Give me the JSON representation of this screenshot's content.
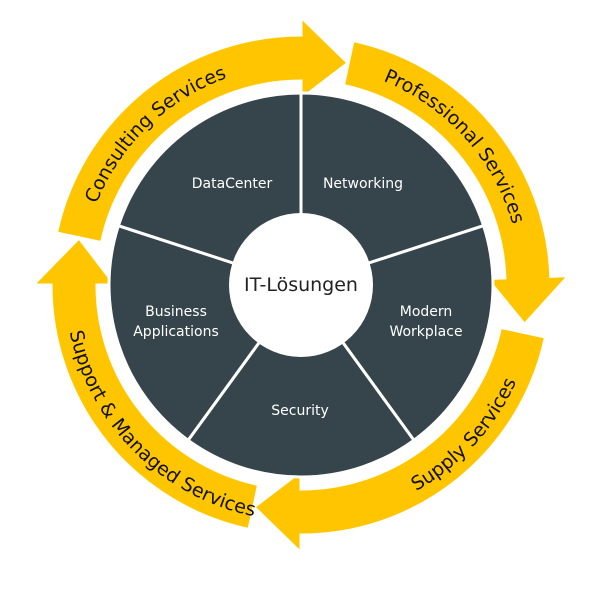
{
  "center": {
    "label": "IT-Lösungen"
  },
  "segments": [
    {
      "lines": [
        "Networking"
      ]
    },
    {
      "lines": [
        "Modern",
        "Workplace"
      ]
    },
    {
      "lines": [
        "Security"
      ]
    },
    {
      "lines": [
        "Business",
        "Applications"
      ]
    },
    {
      "lines": [
        "DataCenter"
      ]
    }
  ],
  "ring": [
    {
      "label": "Consulting Services"
    },
    {
      "label": "Professional Services"
    },
    {
      "label": "Supply Services"
    },
    {
      "label": "Support & Managed Services"
    }
  ],
  "colors": {
    "segment": "#36454b",
    "arrow": "#ffc600",
    "center": "#ffffff"
  }
}
